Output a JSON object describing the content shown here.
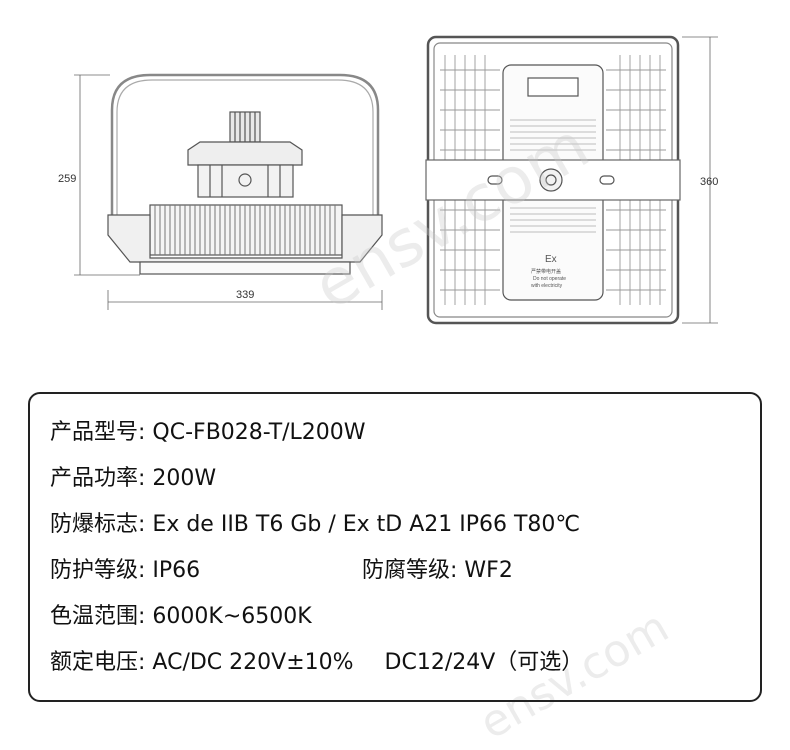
{
  "drawing": {
    "side_height": "259",
    "side_width": "339",
    "front_height": "360",
    "label_ex": "Ex",
    "label_warn_cn": "严禁带电开盖",
    "label_warn_en_1": "Do not operate",
    "label_warn_en_2": "with electricity"
  },
  "watermark": {
    "text_1": "ensv.com",
    "text_2": "ensv.com"
  },
  "specs": {
    "model_label": "产品型号:",
    "model_value": "QC-FB028-T/L200W",
    "power_label": "产品功率:",
    "power_value": "200W",
    "explosion_label": "防爆标志:",
    "explosion_value": "Ex de IIB T6 Gb / Ex tD A21 IP66 T80℃",
    "protection_label": "防护等级:",
    "protection_value": "IP66",
    "corrosion_label": "防腐等级:",
    "corrosion_value": "WF2",
    "cct_label": "色温范围:",
    "cct_value": "6000K~6500K",
    "voltage_label": "额定电压:",
    "voltage_value": "AC/DC 220V±10%",
    "voltage_value_2": "DC12/24V（可选）"
  }
}
